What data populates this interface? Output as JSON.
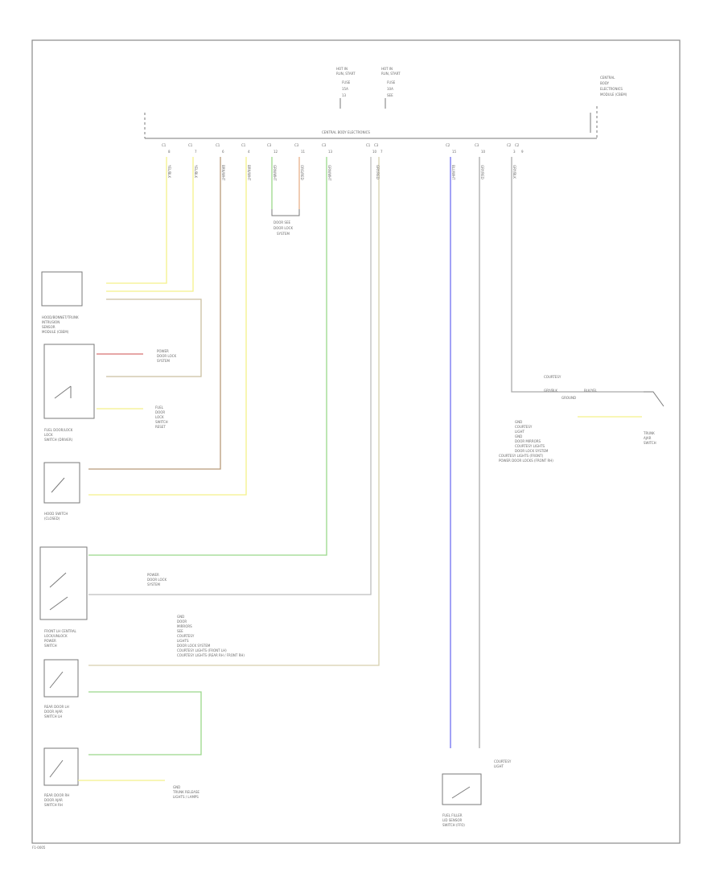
{
  "page": {
    "code": "F1-0005"
  },
  "colors": {
    "frame": "#8a8a8a",
    "wire_default": "#9a9a9a",
    "wire_yellow": "#f4f18a",
    "wire_brown": "#b89a7a",
    "wire_green": "#9ad88a",
    "wire_orange": "#e8b08a",
    "wire_blue": "#7070f0",
    "wire_red": "#d87070"
  },
  "header": {
    "power_a": [
      "HOT IN",
      "RUN, START",
      "FUSE",
      "15A",
      "13"
    ],
    "power_b": [
      "HOT IN",
      "RUN, START",
      "FUSE",
      "10A",
      "SEE"
    ],
    "right_module": [
      "CENTRAL",
      "BODY",
      "ELECTRONICS",
      "MODULE (CBEM)"
    ],
    "module_name": "CENTRAL BODY ELECTRONICS"
  },
  "connectors": [
    "C1",
    "C1",
    "C1",
    "C1",
    "C3",
    "C3",
    "C3",
    "C1",
    "C3",
    "C2",
    "C3",
    "C2",
    "C2"
  ],
  "pins": [
    "8",
    "7",
    "6",
    "4",
    "12",
    "11",
    "13",
    "10",
    "7",
    "15",
    "10",
    "3",
    "9"
  ],
  "wire_labels": [
    "YEL/BLK",
    "YEL/BLK",
    "BRN/WHT",
    "BRN/WHT",
    "GRN/WHT",
    "ORG/RED",
    "GRN/WHT",
    "GRY/RED",
    "BLU/WHT",
    "GRY/RED",
    "GRY/BLK"
  ],
  "splice": [
    "DOOR SEE",
    "DOOR LOCK",
    "SYSTEM"
  ],
  "components": {
    "hood_switch": [
      "HOOD/BONNET/TRUNK",
      "INTRUSION",
      "SENSOR",
      "MODULE (CBEM)"
    ],
    "fuel_door": [
      "FUEL DOOR/LOCK",
      "LOCK",
      "SWITCH (DRIVER)"
    ],
    "hood_lock": [
      "HOOD SWITCH",
      "(CLOSED)"
    ],
    "front_lh_switch": [
      "FRONT LH CENTRAL",
      "LOCK/UNLOCK",
      "POWER",
      "SWITCH"
    ],
    "rear_lh_door": [
      "REAR DOOR LH",
      "DOOR AJAR",
      "SWITCH LH"
    ],
    "rear_rh_door": [
      "REAR DOOR RH",
      "DOOR AJAR",
      "SWITCH RH"
    ],
    "fuel_filler": [
      "FUEL FILLER",
      "LID SENSOR",
      "SWITCH (FFO)"
    ],
    "trunk_ajar": [
      "TRUNK",
      "AJAR",
      "SWITCH"
    ]
  },
  "notes": {
    "door_lock_a": [
      "POWER",
      "DOOR LOCK",
      "SYSTEM"
    ],
    "door_lock_b": [
      "POWER",
      "DOOR LOCK",
      "SYSTEM"
    ],
    "fuel_ref": [
      "FUEL",
      "DOOR",
      "LOCK",
      "SWITCH",
      "RESET"
    ],
    "ground_list": [
      "GND",
      "DOOR",
      "MIRRORS",
      "SEE",
      "COURTESY",
      "LIGHTS",
      "DOOR LOCK SYSTEM",
      "COURTESY LIGHTS (FRONT LH)",
      "COURTESY LIGHTS (REAR RH / FRONT RH)"
    ],
    "rear_ground": [
      "GND",
      "TRUNK RELEASE",
      "LIGHTS / LAMPS"
    ],
    "fuel_ground": [
      "COURTESY",
      "LIGHT"
    ],
    "trunk_top": "COURTESY",
    "trunk_wires": [
      "GRY/BLK",
      "BLK/YEL"
    ],
    "trunk_ground": "GROUND",
    "gnd_list_right": [
      "GND",
      "COURTESY",
      "LIGHT",
      "GND",
      "DOOR MIRRORS",
      "COURTESY LIGHTS",
      "DOOR LOCK SYSTEM",
      "COURTESY LIGHTS (FRONT)",
      "POWER DOOR LOCKS (FRONT RH)"
    ]
  }
}
